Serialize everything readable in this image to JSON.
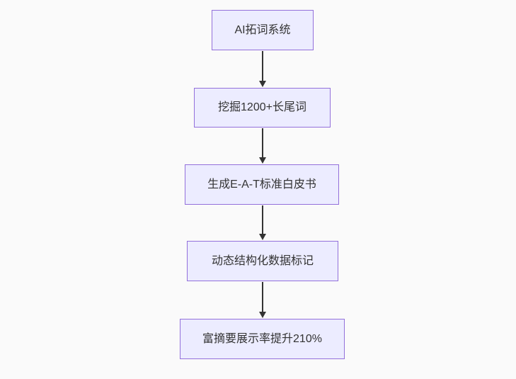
{
  "diagram": {
    "type": "flowchart",
    "direction": "top-down",
    "nodes": [
      {
        "id": "A",
        "label": "AI拓词系统"
      },
      {
        "id": "B",
        "label": "挖掘1200+长尾词"
      },
      {
        "id": "C",
        "label": "生成E-A-T标准白皮书"
      },
      {
        "id": "D",
        "label": "动态结构化数据标记"
      },
      {
        "id": "E",
        "label": "富摘要展示率提升210%"
      }
    ],
    "edges": [
      {
        "from": "A",
        "to": "B"
      },
      {
        "from": "B",
        "to": "C"
      },
      {
        "from": "C",
        "to": "D"
      },
      {
        "from": "D",
        "to": "E"
      }
    ]
  },
  "colors": {
    "node-fill": "#ECECFF",
    "node-border": "#9370DB",
    "arrow": "#333333",
    "text": "#333333",
    "background": "#fafafa"
  }
}
